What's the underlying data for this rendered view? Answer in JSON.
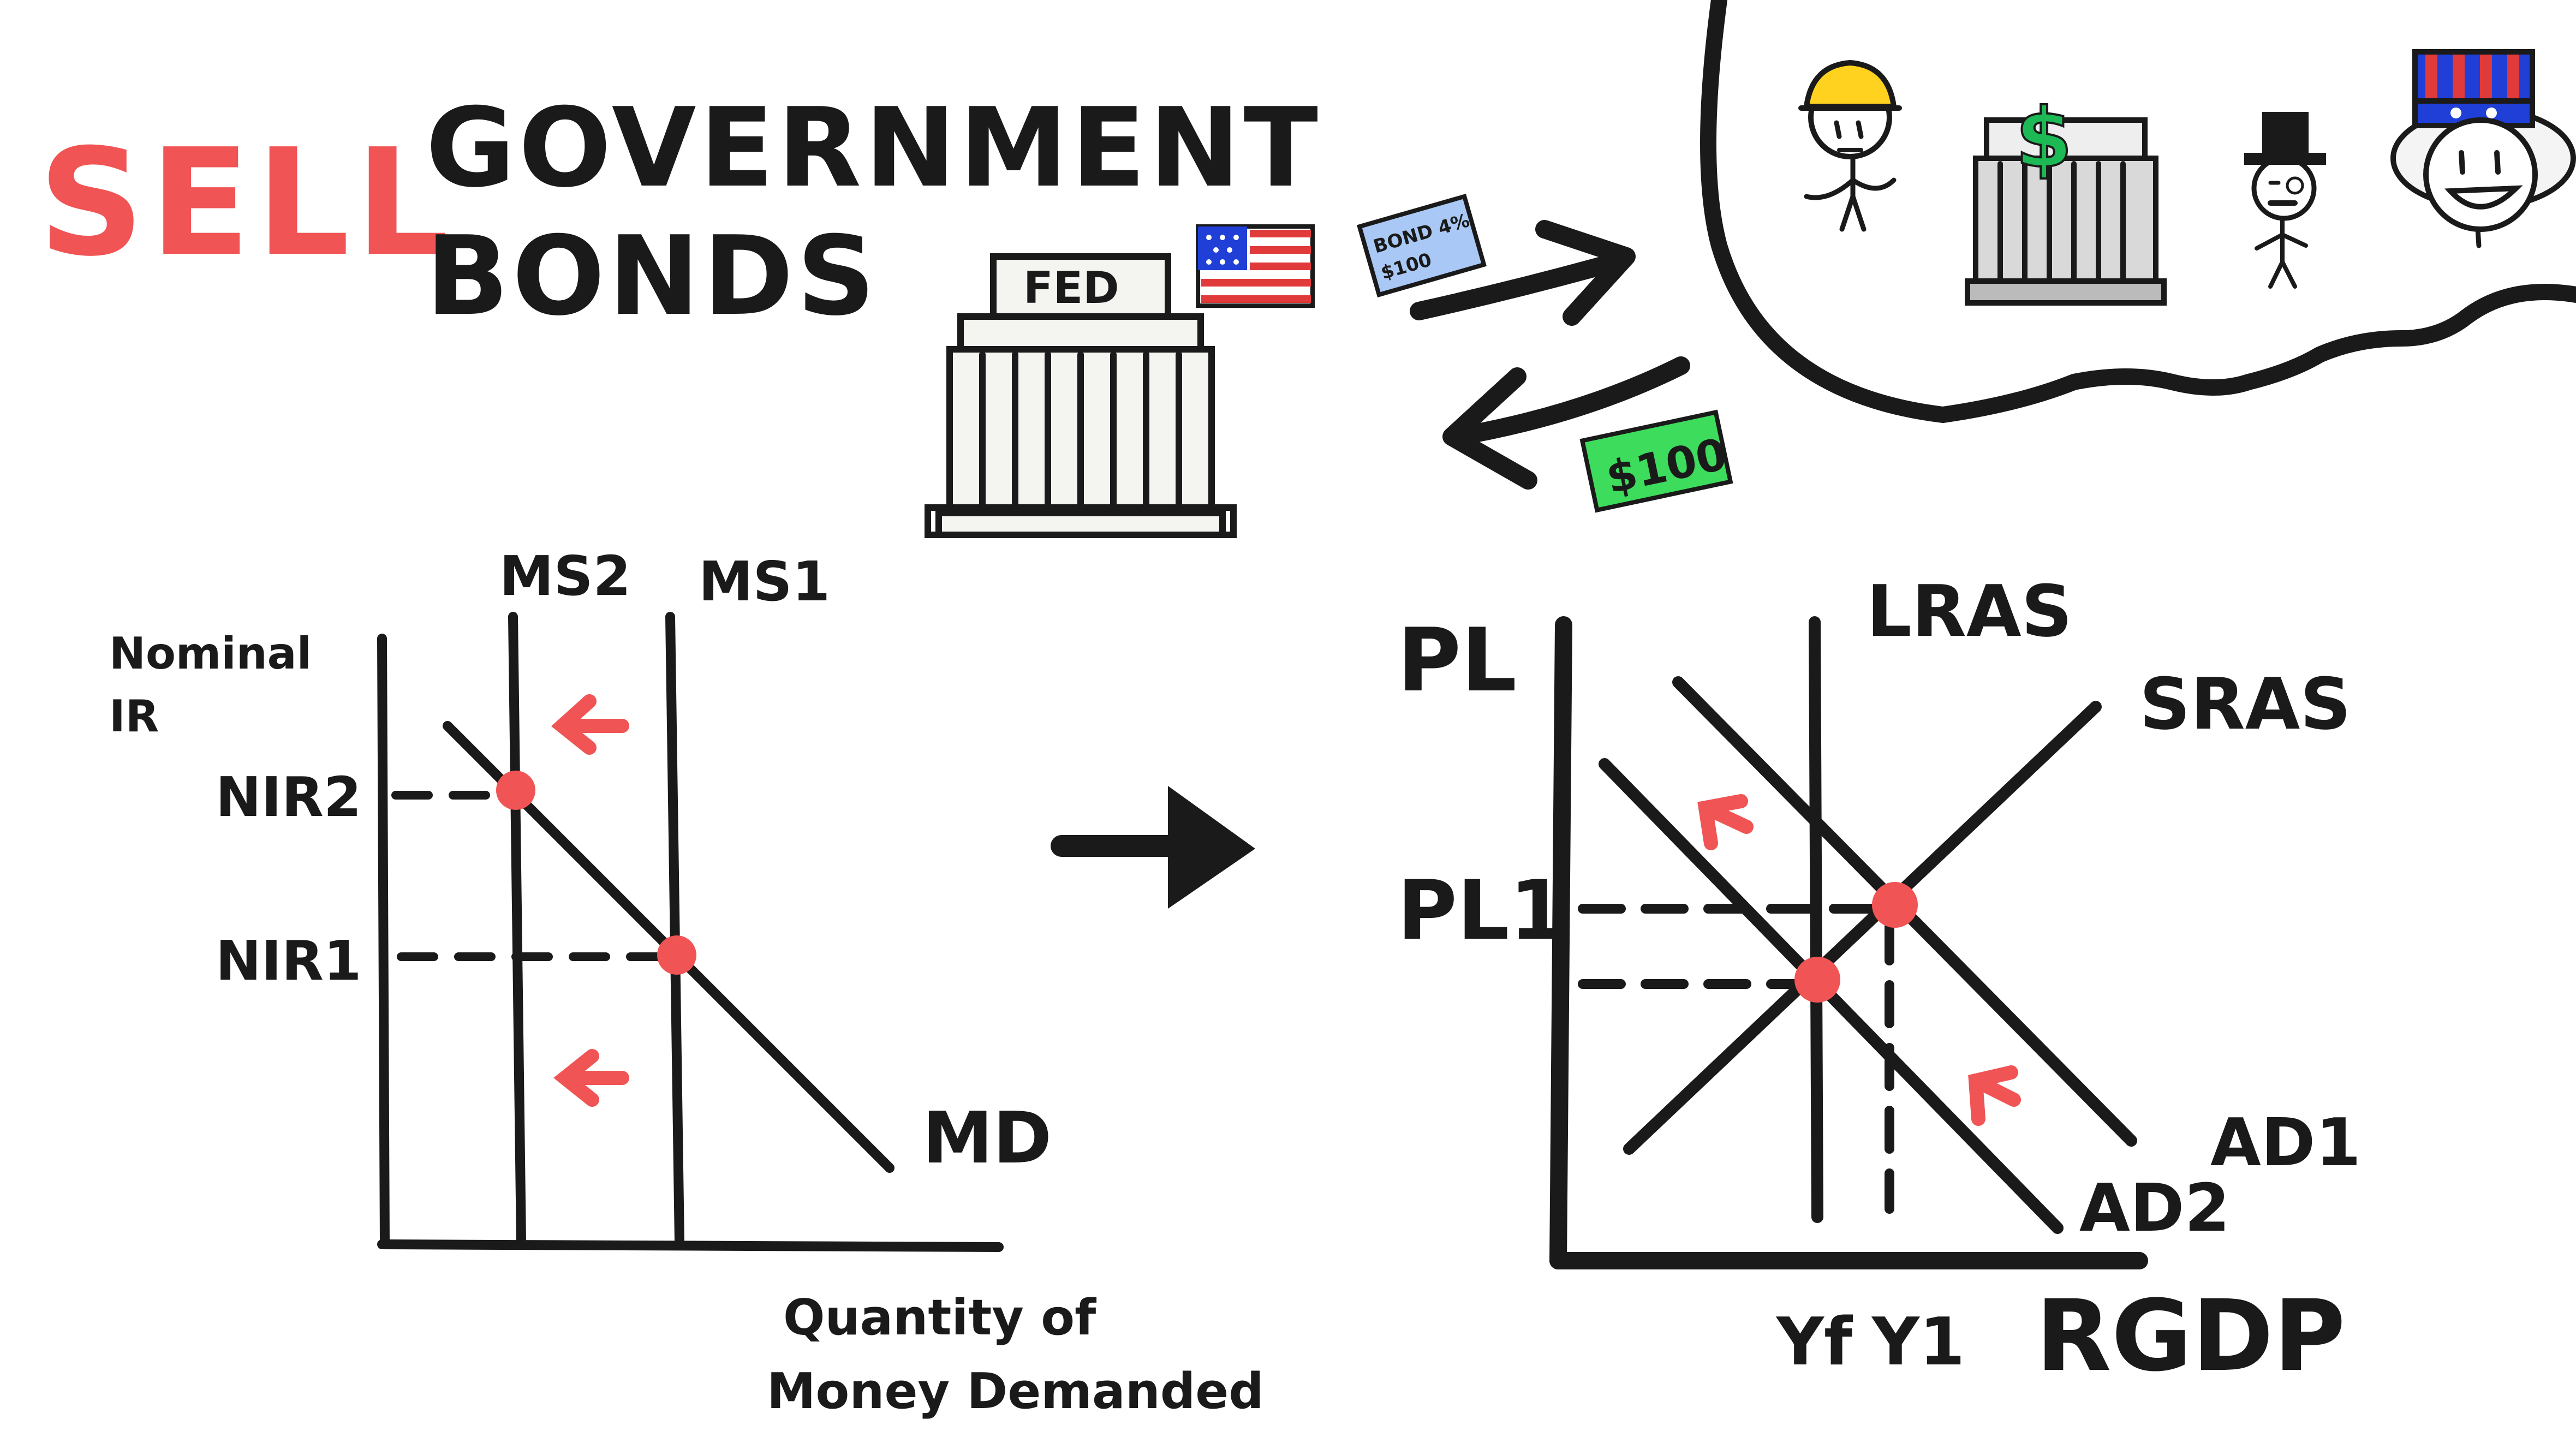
{
  "title": {
    "action": "SELL",
    "line1": "GOVERNMENT",
    "line2": "BONDS"
  },
  "fed_building": {
    "label": "FED"
  },
  "bond_card": {
    "line1": "BOND 4%",
    "line2": "$100"
  },
  "cash_note": {
    "label": "$100"
  },
  "money_market": {
    "y_axis_label_line1": "Nominal",
    "y_axis_label_line2": "IR",
    "x_axis_label_line1": "Quantity of",
    "x_axis_label_line2": "Money Demanded",
    "ms2_label": "MS2",
    "ms1_label": "MS1",
    "md_label": "MD",
    "nir2_label": "NIR2",
    "nir1_label": "NIR1"
  },
  "ad_as": {
    "y_axis_label": "PL",
    "x_axis_label": "RGDP",
    "pl1_label": "PL1",
    "lras_label": "LRAS",
    "sras_label": "SRAS",
    "ad1_label": "AD1",
    "ad2_label": "AD2",
    "yf_label": "Yf",
    "y1_label": "Y1"
  },
  "colors": {
    "accent_red": "#f05454",
    "ink": "#1a1a1a",
    "hardhat_yellow": "#ffd21f",
    "dollar_green": "#1db954",
    "cash_green": "#3ddc5c",
    "bond_blue": "#a9c8f5",
    "flag_blue": "#1f3fd6",
    "flag_red": "#e03a3a"
  },
  "icons": [
    "fed-building-icon",
    "us-flag-icon",
    "bond-card-icon",
    "cash-note-icon",
    "worker-icon",
    "bank-icon",
    "top-hat-person-icon",
    "uncle-sam-icon"
  ]
}
